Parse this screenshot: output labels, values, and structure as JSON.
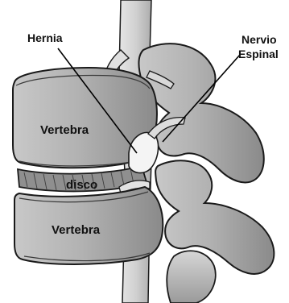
{
  "labels": {
    "hernia": "Hernia",
    "nerve_line1": "Nervio",
    "nerve_line2": "Espinal",
    "vertebra_top": "Vertebra",
    "disc": "disco",
    "vertebra_bottom": "Vertebra"
  },
  "colors": {
    "bone_light": "#d9d9d9",
    "bone_mid": "#a9a9a9",
    "bone_dark": "#6a6a6a",
    "outline": "#1a1a1a",
    "disc_fill": "#8e8e8e",
    "hernia_fill": "#f2f2f2"
  }
}
